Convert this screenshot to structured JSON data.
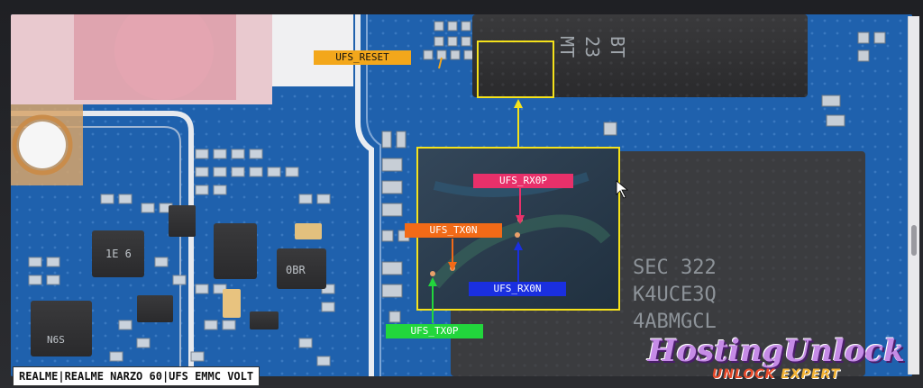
{
  "labels": {
    "ufs_reset": "UFS_RESET",
    "ufs_rx0p": "UFS_RX0P",
    "ufs_tx0n": "UFS_TX0N",
    "ufs_rx0n": "UFS_RX0N",
    "ufs_tx0p": "UFS_TX0P"
  },
  "chip_marks": {
    "memory_top": [
      "MT",
      "23",
      "BT"
    ],
    "memory_bottom": [
      "SEC 322",
      "K4UCE3Q",
      "4ABMGCL"
    ],
    "small_1": "1E 6",
    "small_2": "0BR",
    "small_3": "N6S"
  },
  "caption": "REALME|REALME NARZO 60|UFS EMMC VOLT",
  "watermark": {
    "main": "HostingUnlock",
    "sub_a": "UNLOCK",
    "sub_b": "EXPERT"
  },
  "colors": {
    "pcb": "#1d5da8",
    "highlight_box": "#f5e21b",
    "ufs_reset_bg": "#f3a71b",
    "ufs_rx0p_bg": "#e8306a",
    "ufs_tx0n_bg": "#f26a17",
    "ufs_rx0n_bg": "#1a2fe0",
    "ufs_tx0p_bg": "#22d63c"
  }
}
